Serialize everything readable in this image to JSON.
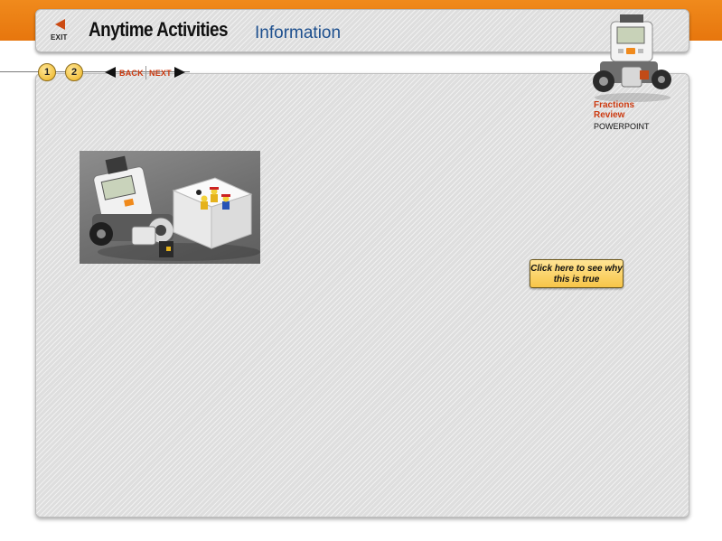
{
  "header": {
    "exit_label": "EXIT",
    "app_title": "Anytime Activities",
    "section_title": "Information"
  },
  "nav": {
    "pages": [
      "1",
      "2"
    ],
    "back_label": "BACK",
    "next_label": "NEXT"
  },
  "sidebar": {
    "review_line1": "Fractions",
    "review_line2": "Review",
    "review_sub": "POWERPOINT"
  },
  "content": {
    "callout_label": "Click here to see why this is true"
  },
  "colors": {
    "brand_orange": "#e7760d",
    "link_red": "#cc3a10",
    "title_blue": "#1d4f8e",
    "button_gold": "#f7c548"
  }
}
